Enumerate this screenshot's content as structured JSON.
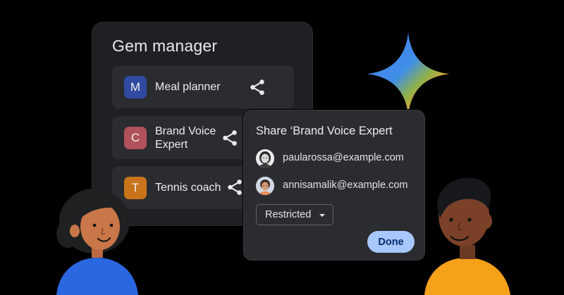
{
  "panel": {
    "title": "Gem manager",
    "gems": [
      {
        "initial": "M",
        "name": "Meal planner",
        "color": "#2f4aa0"
      },
      {
        "initial": "C",
        "name": "Brand Voice\nExpert",
        "color": "#b0515c"
      },
      {
        "initial": "T",
        "name": "Tennis coach",
        "color": "#c9741a"
      }
    ],
    "share_icon": "share-icon"
  },
  "dialog": {
    "title": "Share ‘Brand Voice Expert",
    "people": [
      {
        "email": "paularossa@example.com",
        "icon": "user-avatar-icon"
      },
      {
        "email": "annisamalik@example.com",
        "icon": "user-avatar-icon"
      }
    ],
    "access": {
      "selected": "Restricted"
    },
    "done_label": "Done"
  },
  "colors": {
    "background": "#000000",
    "panel": "#1f2023",
    "row": "#2b2c30",
    "done_button": "#a8c7fa"
  }
}
